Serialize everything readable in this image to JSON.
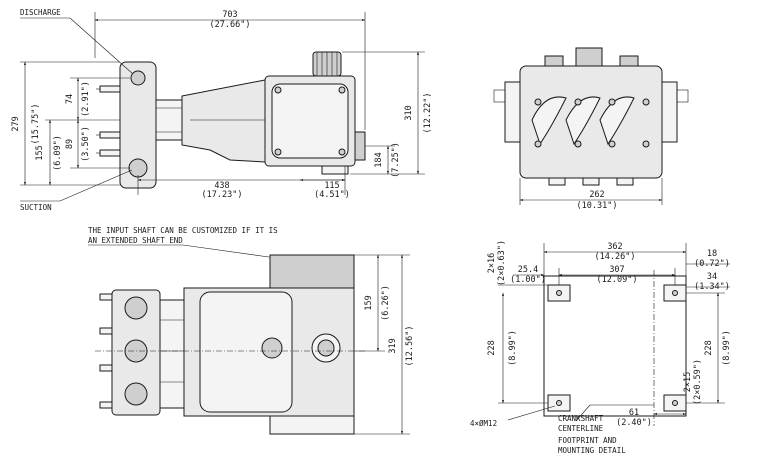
{
  "side_view": {
    "discharge_label": "DISCHARGE",
    "suction_label": "SUCTION",
    "overall_length_mm": "703",
    "overall_length_in": "(27.66\")",
    "height_mm": "279",
    "height_in": "(15.75\")",
    "upper_mm": "74",
    "upper_in": "(2.91\")",
    "mid_mm": "89",
    "mid_in": "(3.50\")",
    "lower_mm": "155",
    "lower_in": "(6.09\")",
    "base_len_mm": "438",
    "base_len_in": "(17.23\")",
    "foot_len_mm": "115",
    "foot_len_in": "(4.51\")",
    "total_h_mm": "310",
    "total_h_in": "(12.22\")",
    "shaft_h_mm": "184",
    "shaft_h_in": "(7.25\")"
  },
  "end_view": {
    "width_mm": "262",
    "width_in": "(10.31\")"
  },
  "top_view": {
    "note_line1": "THE INPUT SHAFT CAN BE CUSTOMIZED IF IT IS",
    "note_line2": "AN EXTENDED SHAFT END",
    "half_w_mm": "159",
    "half_w_in": "(6.26\")",
    "full_w_mm": "319",
    "full_w_in": "(12.56\")"
  },
  "footprint": {
    "overall_mm": "362",
    "overall_in": "(14.26\")",
    "centers_mm": "307",
    "centers_in": "(12.09\")",
    "offset_l_mm": "25.4",
    "offset_l_in": "(1.00\")",
    "edge_r_mm": "18",
    "edge_r_in": "(0.72\")",
    "pad_r_mm": "34",
    "pad_r_in": "(1.34\")",
    "slot_top_mm": "2×16",
    "slot_top_in": "(2×0.63\")",
    "left_h_mm": "228",
    "left_h_in": "(8.99\")",
    "right_h_mm": "228",
    "right_h_in": "(8.99\")",
    "slot_bot_mm": "2×15",
    "slot_bot_in": "(2×0.59\")",
    "hole_spec": "4×ØM12",
    "crank_label_1": "CRANKSHAFT",
    "crank_label_2": "CENTERLINE",
    "crank_off_mm": "61",
    "crank_off_in": "(2.40\")",
    "title_1": "FOOTPRINT AND",
    "title_2": "MOUNTING DETAIL"
  }
}
